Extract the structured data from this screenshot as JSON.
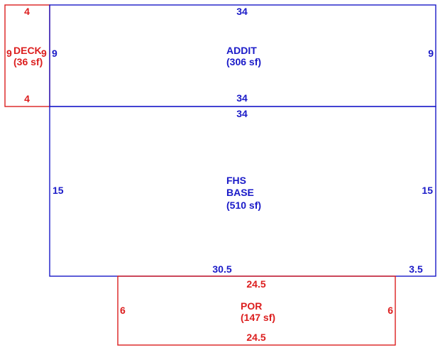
{
  "areas": {
    "deck": {
      "name": "DECK",
      "area": "(36 sf)",
      "dim_top": "4",
      "dim_bottom": "4",
      "dim_left": "9",
      "dim_right": "9",
      "color": "#dc1e1e"
    },
    "addit": {
      "name": "ADDIT",
      "area": "(306 sf)",
      "dim_top": "34",
      "dim_bottom": "34",
      "dim_left": "9",
      "dim_right": "9",
      "color": "#1a1ac8"
    },
    "fhs_base": {
      "name_line1": "FHS",
      "name_line2": "BASE",
      "area": "(510 sf)",
      "dim_top": "34",
      "dim_left": "15",
      "dim_right": "15",
      "dim_bottom_left": "30.5",
      "dim_bottom_right": "3.5",
      "color": "#1a1ac8"
    },
    "por": {
      "name": "POR",
      "area": "(147 sf)",
      "dim_top": "24.5",
      "dim_bottom": "24.5",
      "dim_left": "6",
      "dim_right": "6",
      "color": "#dc1e1e"
    }
  }
}
